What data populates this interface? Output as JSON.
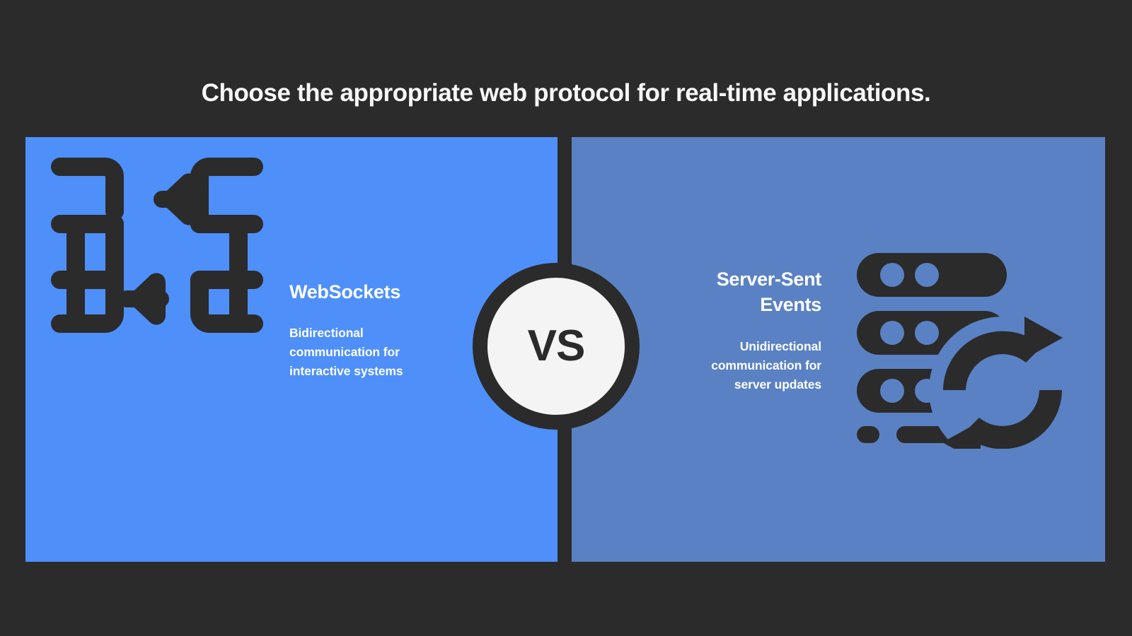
{
  "header": {
    "title": "Choose the appropriate web protocol for real-time applications."
  },
  "comparison": {
    "divider_label": "VS",
    "left": {
      "heading": "WebSockets",
      "description": "Bidirectional communication for interactive systems",
      "icon": "bidirectional-servers-icon",
      "background_color": "#4e8ffa",
      "text_color": "#ffffff",
      "icon_color": "#2b2b2b"
    },
    "right": {
      "heading": "Server-Sent Events",
      "description": "Unidirectional communication for server updates",
      "icon": "server-stack-sync-icon",
      "background_color": "#5a81c4",
      "text_color": "#ffffff",
      "icon_color": "#2b2b2b"
    }
  },
  "theme": {
    "background_color": "#2b2b2b",
    "title_color": "#f7f7f7",
    "badge_fill": "#f4f4f4",
    "badge_border": "#2b2b2b",
    "badge_text_color": "#2b2b2b"
  }
}
